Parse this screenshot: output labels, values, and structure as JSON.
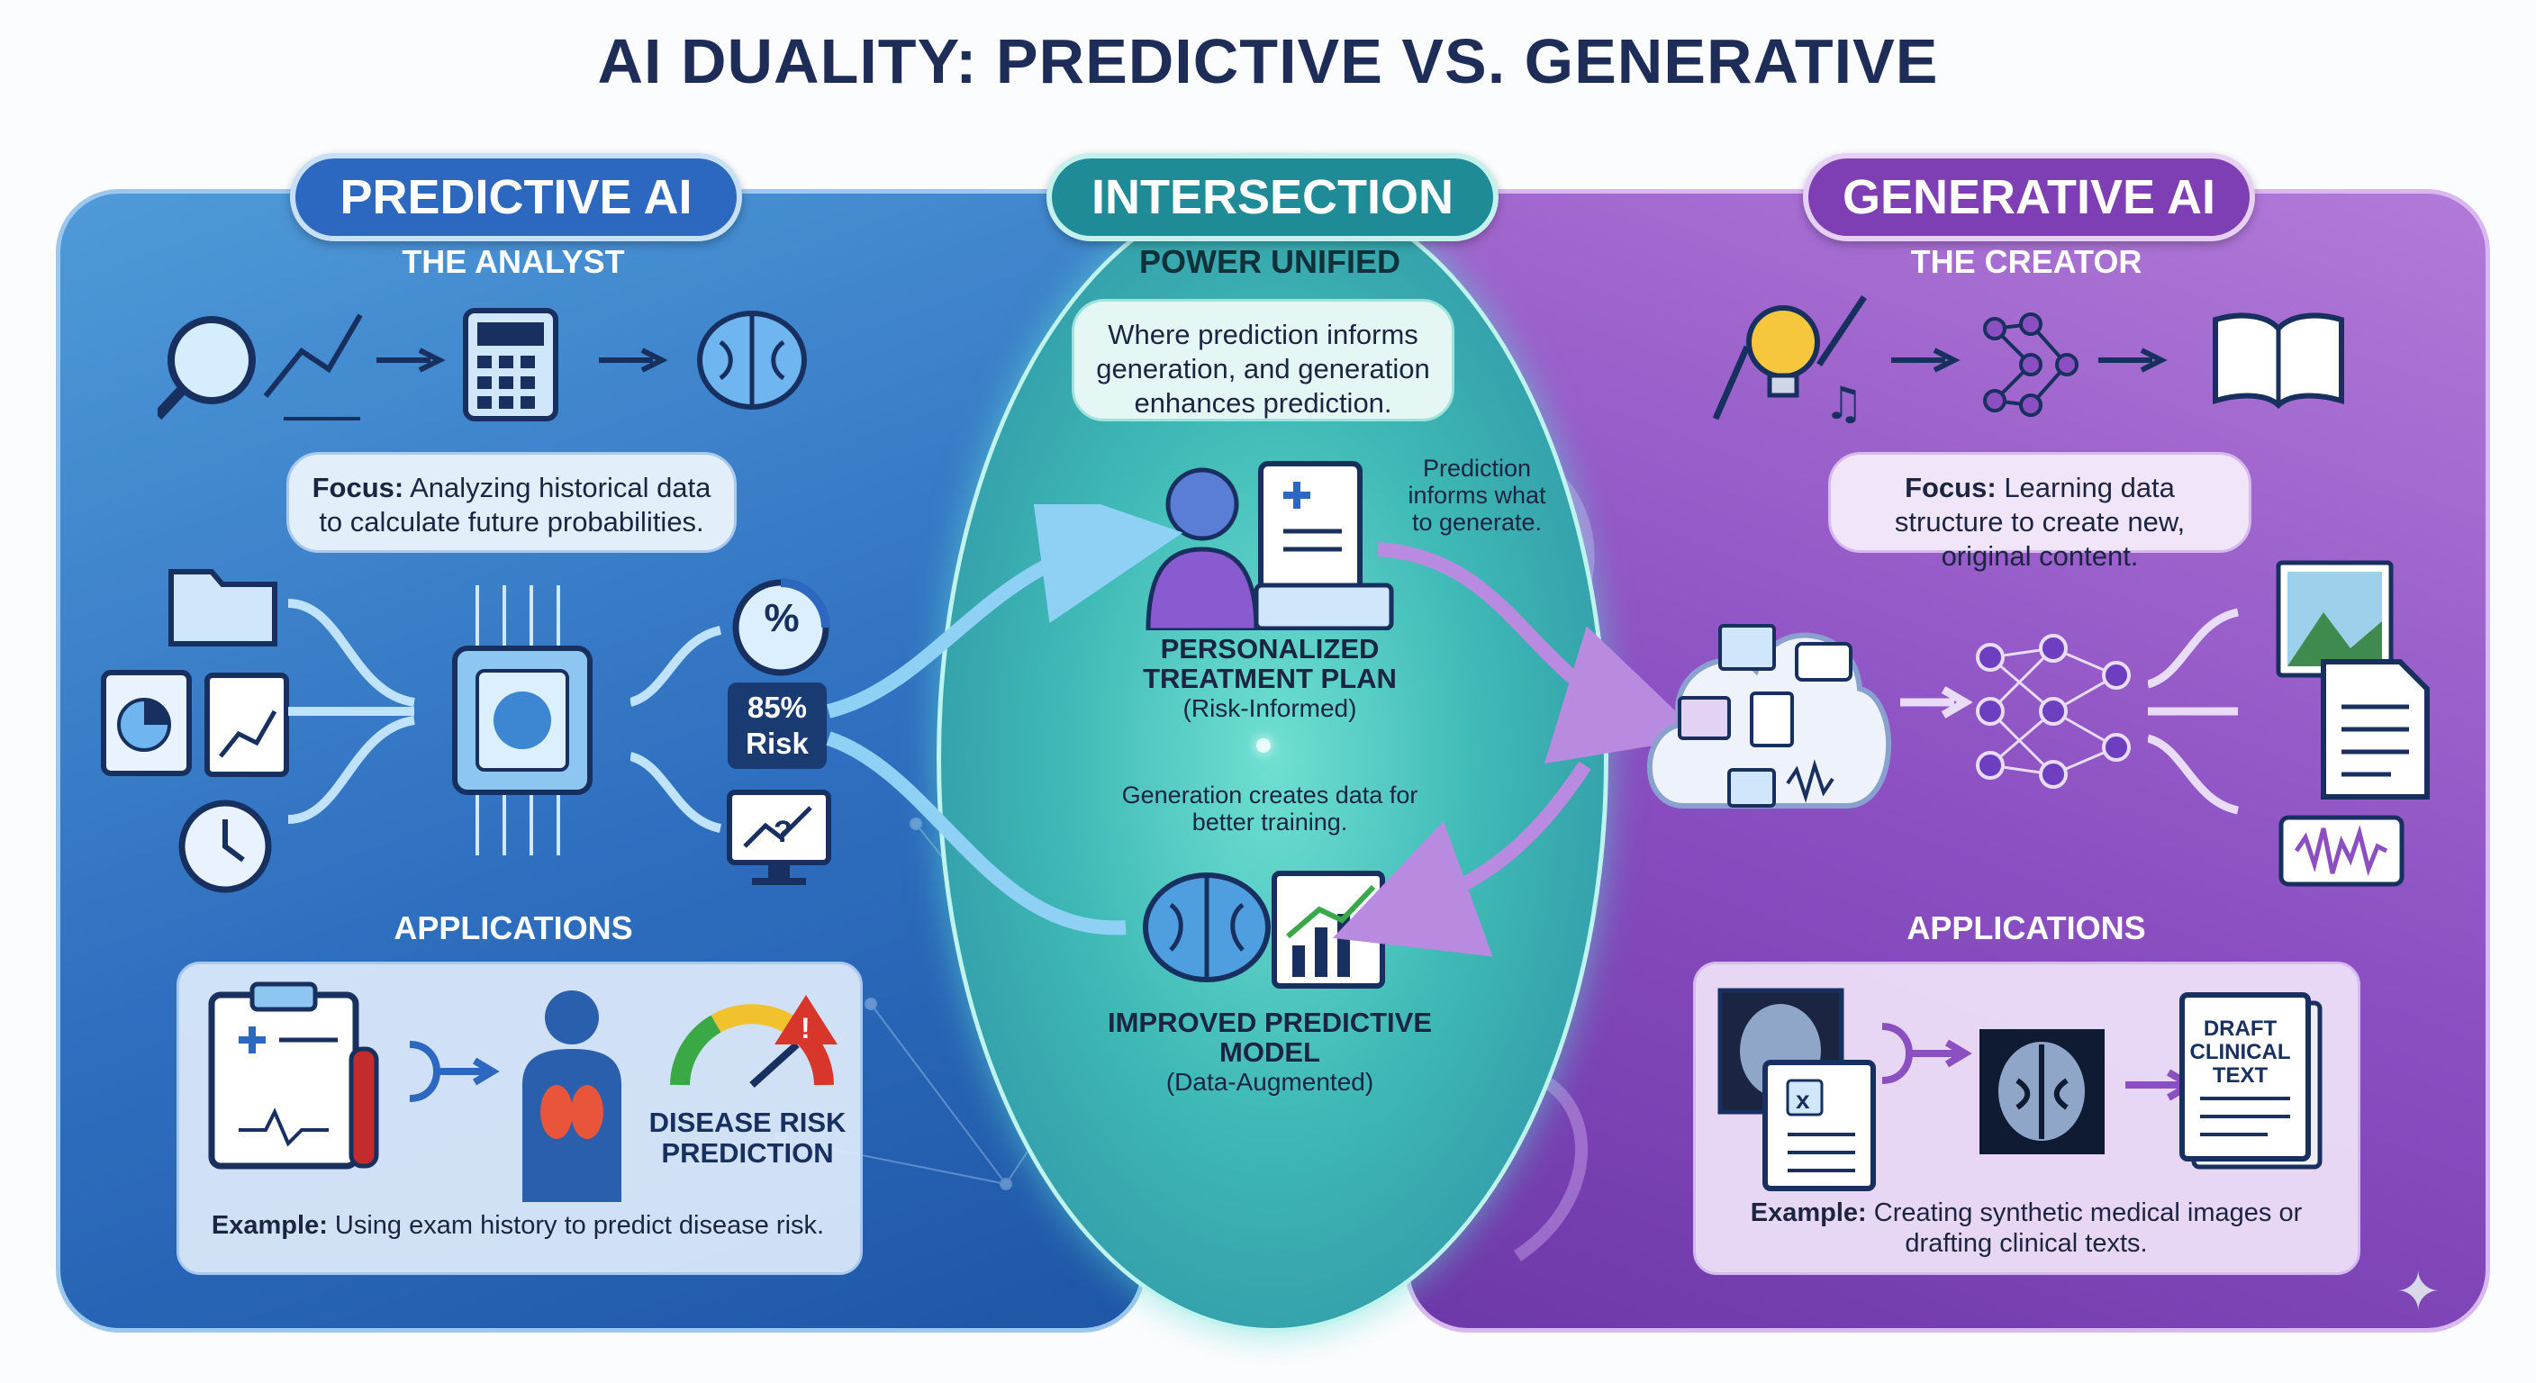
{
  "title": "AI DUALITY: PREDICTIVE VS. GENERATIVE",
  "predictive": {
    "pill": "PREDICTIVE AI",
    "subtitle": "THE ANALYST",
    "focus_label": "Focus:",
    "focus_text": "Analyzing historical data to calculate future probabilities.",
    "risk_value": "85%",
    "risk_label": "Risk",
    "percent_symbol": "%",
    "applications_label": "APPLICATIONS",
    "app_caption": "DISEASE RISK PREDICTION",
    "example_label": "Example:",
    "example_text": "Using exam history to predict disease risk."
  },
  "intersection": {
    "pill": "INTERSECTION",
    "subtitle": "POWER UNIFIED",
    "description": "Where prediction informs generation, and generation enhances prediction.",
    "note_top": "Prediction informs what to generate.",
    "plan_title": "PERSONALIZED TREATMENT PLAN",
    "plan_sub": "(Risk-Informed)",
    "note_bottom": "Generation creates data for better training.",
    "model_title": "IMPROVED PREDICTIVE MODEL",
    "model_sub": "(Data-Augmented)"
  },
  "generative": {
    "pill": "GENERATIVE AI",
    "subtitle": "THE CREATOR",
    "focus_label": "Focus:",
    "focus_text": "Learning data structure to create new, original content.",
    "applications_label": "APPLICATIONS",
    "draft_text": "DRAFT CLINICAL TEXT",
    "example_label": "Example:",
    "example_text": "Creating synthetic medical images or drafting clinical texts."
  },
  "colors": {
    "predictive": "#2d68c0",
    "intersection": "#1f8b96",
    "generative": "#7d3fb3",
    "title": "#1e2c58"
  }
}
